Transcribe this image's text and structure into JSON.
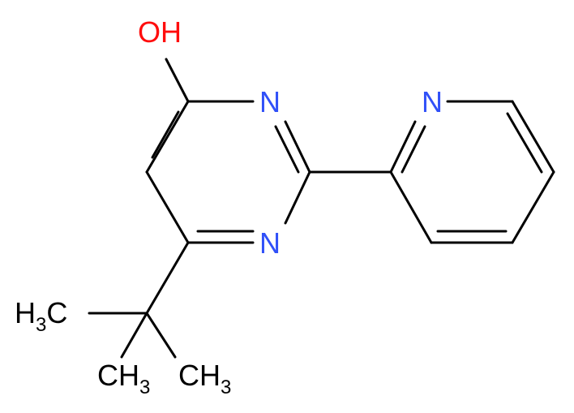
{
  "molecule": {
    "colors": {
      "carbon_bond": "#000000",
      "nitrogen": "#3050F8",
      "oxygen": "#FF0D0D",
      "hydrogen_label": "#000000"
    },
    "labels": {
      "oh": "OH",
      "n_upper": "N",
      "n_lower": "N",
      "n_pyridine": "N",
      "methyl_left": {
        "main": "H",
        "sub": "3",
        "tail": "C"
      },
      "methyl_bottom_left": {
        "main": "CH",
        "sub": "3"
      },
      "methyl_bottom_right": {
        "main": "CH",
        "sub": "3"
      }
    }
  }
}
